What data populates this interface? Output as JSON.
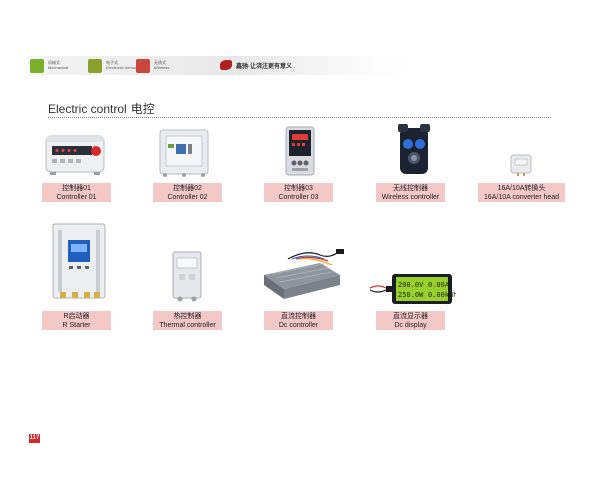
{
  "header": {
    "tabs": [
      {
        "cn": "机械式",
        "en": "Mechanical"
      },
      {
        "cn": "电子式",
        "en": "Electronic formula"
      },
      {
        "cn": "无线式",
        "en": "Wireless"
      }
    ],
    "brand_text": "鑫驰·让浇注更有意义"
  },
  "section": {
    "title_en": "Electric control",
    "title_cn": "电控"
  },
  "products": [
    {
      "cn": "控制器01",
      "en": "Controller 01"
    },
    {
      "cn": "控制器02",
      "en": "Controller 02"
    },
    {
      "cn": "控制器03",
      "en": "Controller 03"
    },
    {
      "cn": "无线控制器",
      "en": "Wireless controller"
    },
    {
      "cn": "16A/10A转换头",
      "en": "16A/10A converter head"
    },
    {
      "cn": "R启动器",
      "en": "R Starter"
    },
    {
      "cn": "热控制器",
      "en": "Thermal controller"
    },
    {
      "cn": "直流控制器",
      "en": "Dc controller"
    },
    {
      "cn": "直流显示器",
      "en": "Dc display"
    }
  ],
  "display_readings": [
    "200.0V",
    "0.00A",
    "250.0W",
    "0.00kWh"
  ],
  "page_number": "117",
  "colors": {
    "label_bg": "#f5c8c8",
    "page_badge": "#d62828",
    "brand_red": "#b32020"
  }
}
